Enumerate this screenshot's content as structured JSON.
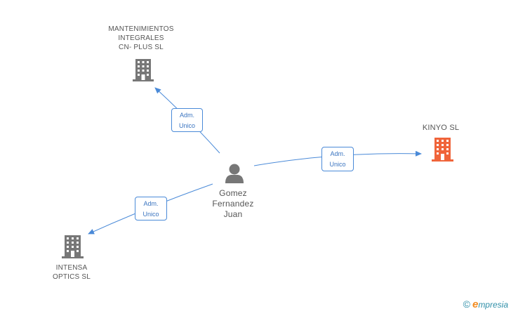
{
  "nodes": {
    "mantenimientos": {
      "label": "MANTENIMIENTOS\nINTEGRALES\nCN- PLUS SL",
      "icon": "building-icon",
      "color": "#777777"
    },
    "kinyo": {
      "label": "KINYO SL",
      "icon": "building-icon",
      "color": "#f0643a"
    },
    "intensa": {
      "label": "INTENSA\nOPTICS SL",
      "icon": "building-icon",
      "color": "#777777"
    },
    "person": {
      "label": "Gomez\nFernandez\nJuan",
      "icon": "person-icon",
      "color": "#777777"
    }
  },
  "edges": [
    {
      "id": "edge-mantenimientos",
      "label": "Adm.\nUnico"
    },
    {
      "id": "edge-kinyo",
      "label": "Adm.\nUnico"
    },
    {
      "id": "edge-intensa",
      "label": "Adm.\nUnico"
    }
  ],
  "colors": {
    "edge": "#4a8ad8",
    "edge_text": "#3a74c0"
  },
  "footer": {
    "copyright": "©",
    "brand_initial": "e",
    "brand_rest": "mpresia"
  }
}
